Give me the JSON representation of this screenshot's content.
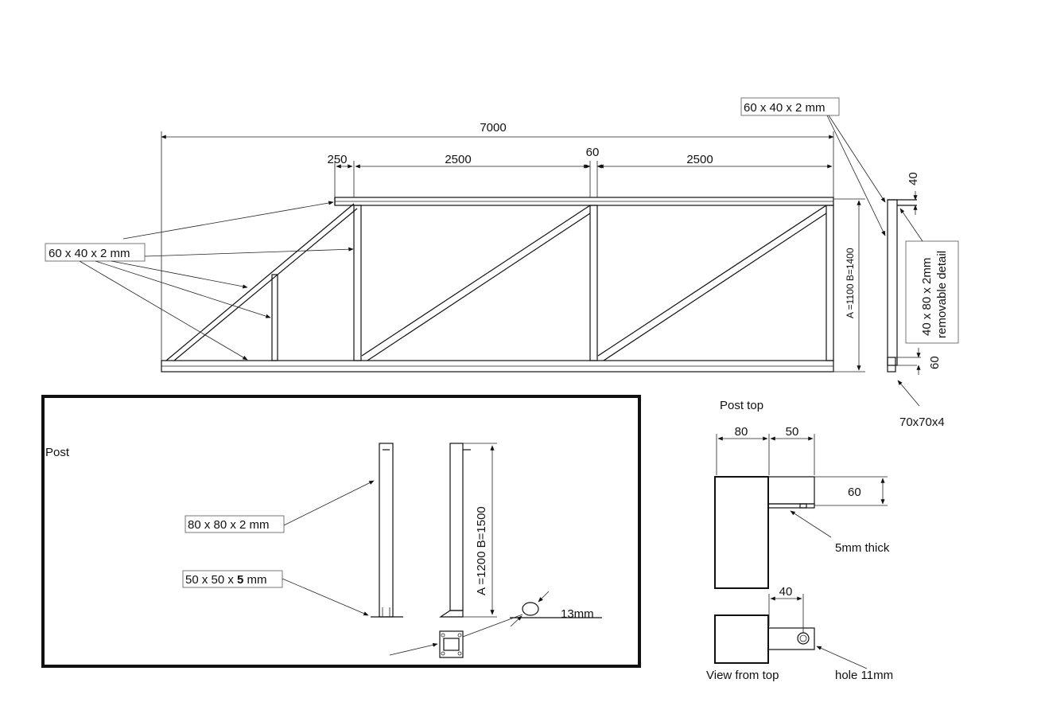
{
  "gate": {
    "dim_total": "7000",
    "dim_250": "250",
    "dim_2500_a": "2500",
    "dim_60": "60",
    "dim_2500_b": "2500",
    "height_dim": "A =1100  B=1400",
    "profile_label": "60 x 40 x 2 mm"
  },
  "section": {
    "top_label": "60 x 40 x 2 mm",
    "dim_40": "40",
    "removable_line1": "40 x 80 x 2mm",
    "removable_line2": "removable detail",
    "dim_60": "60",
    "bottom_label": "70x70x4"
  },
  "post_panel": {
    "title": "Post",
    "label_80": "80 x 80 x 2 mm",
    "label_50_prefix": "50 x 50 x ",
    "label_50_bold": "5",
    "label_50_suffix": " mm",
    "height_dim": "A =1200  B=1500",
    "dim_13mm": "13mm"
  },
  "post_top": {
    "title": "Post top",
    "dim_80": "80",
    "dim_50": "50",
    "dim_60": "60",
    "thick_label": "5mm thick",
    "dim_40": "40",
    "view_label": "View from top",
    "hole_label": "hole 11mm"
  }
}
